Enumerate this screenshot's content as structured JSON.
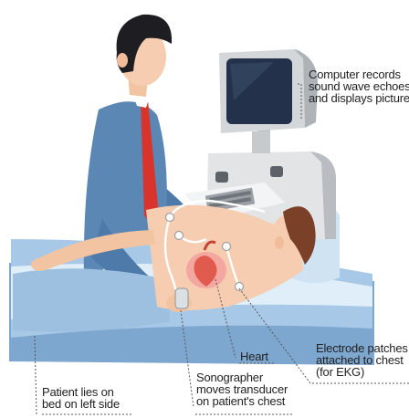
{
  "labels": {
    "computer": [
      "Computer records",
      "sound wave echoes",
      "and displays picture"
    ],
    "electrode": [
      "Electrode patches",
      "attached to chest",
      "(for EKG)"
    ],
    "heart": [
      "Heart"
    ],
    "sonographer": [
      "Sonographer",
      "moves transducer",
      "on patient's chest"
    ],
    "patient": [
      "Patient lies on",
      "bed on left side"
    ]
  },
  "colors": {
    "skin": "#f6cdb0",
    "bed": "#a8c8e8",
    "sheet": "#dfeef8",
    "shirt": "#5b87b5",
    "tie": "#d8342c",
    "hair": "#1e1e22",
    "machine": "#e2e4e6",
    "screen": "#23324a",
    "heart": "#e05a4e"
  }
}
